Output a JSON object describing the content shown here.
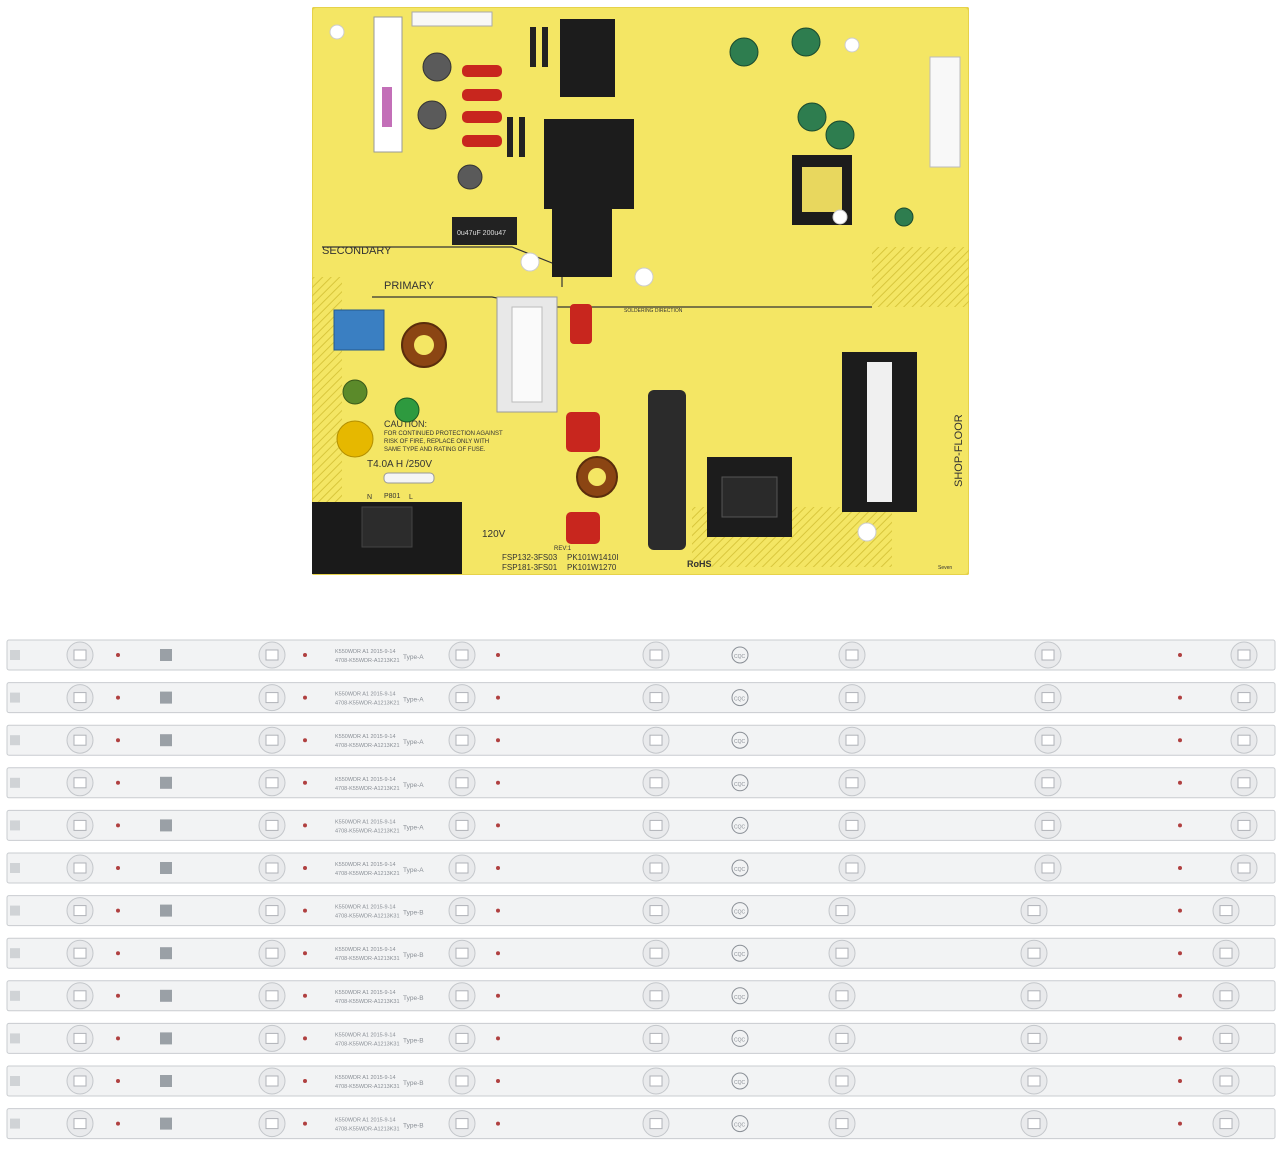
{
  "board": {
    "labels": {
      "secondary": "SECONDARY",
      "primary": "PRIMARY",
      "shop_floor": "SHOP-FLOOR",
      "caution_title": "CAUTION:",
      "caution_lines": [
        "FOR CONTINUED PROTECTION AGAINST",
        "RISK OF FIRE, REPLACE ONLY WITH",
        "SAME TYPE AND RATING OF FUSE."
      ],
      "fuse_rating": "T4.0A H /250V",
      "voltage": "120V",
      "model_1": "FSP132-3FS03",
      "part_1": "PK101W1410I",
      "model_2": "FSP181-3FS01",
      "part_2": "PK101W1270",
      "rohs": "RoHS",
      "capacitor": "0u47uF 200u47",
      "soldering": "SOLDERING DIRECTION",
      "p801": "P801",
      "n": "N",
      "l": "L",
      "seven": "Seven",
      "rev": "REV:1"
    },
    "colors": {
      "pcb": "#f4e664",
      "pcb_edge": "#e6d24a",
      "component_red": "#c8261e",
      "component_black": "#1c1c1c",
      "heatsink": "#e8e8e8",
      "capacitor_green": "#2e7d4f",
      "capacitor_blue": "#3a7fc2",
      "yellow_cap": "#e6b800"
    }
  },
  "strips": {
    "count": 12,
    "type_a_count": 6,
    "type_b_count": 6,
    "items": [
      {
        "type_label": "Type-A",
        "model": "K550WDR  A1  2015-9-14",
        "part": "4708-K55WDR-A1213K21"
      },
      {
        "type_label": "Type-A",
        "model": "K550WDR  A1  2015-9-14",
        "part": "4708-K55WDR-A1213K21"
      },
      {
        "type_label": "Type-A",
        "model": "K550WDR  A1  2015-9-14",
        "part": "4708-K55WDR-A1213K21"
      },
      {
        "type_label": "Type-A",
        "model": "K550WDR  A1  2015-9-14",
        "part": "4708-K55WDR-A1213K21"
      },
      {
        "type_label": "Type-A",
        "model": "K550WDR  A1  2015-9-14",
        "part": "4708-K55WDR-A1213K21"
      },
      {
        "type_label": "Type-A",
        "model": "K550WDR  A1  2015-9-14",
        "part": "4708-K55WDR-A1213K21"
      },
      {
        "type_label": "Type-B",
        "model": "K550WDR  A1  2015-9-14",
        "part": "4708-K55WDR-A1213K31"
      },
      {
        "type_label": "Type-B",
        "model": "K550WDR  A1  2015-9-14",
        "part": "4708-K55WDR-A1213K31"
      },
      {
        "type_label": "Type-B",
        "model": "K550WDR  A1  2015-9-14",
        "part": "4708-K55WDR-A1213K31"
      },
      {
        "type_label": "Type-B",
        "model": "K550WDR  A1  2015-9-14",
        "part": "4708-K55WDR-A1213K31"
      },
      {
        "type_label": "Type-B",
        "model": "K550WDR  A1  2015-9-14",
        "part": "4708-K55WDR-A1213K31"
      },
      {
        "type_label": "Type-B",
        "model": "K550WDR  A1  2015-9-14",
        "part": "4708-K55WDR-A1213K31"
      }
    ],
    "logo_text": "CQC",
    "colors": {
      "strip": "#f2f3f4",
      "strip_edge": "#c9ccd0",
      "led_housing": "#e9eaec",
      "led_core": "#ffffff",
      "marking": "#8a8f96"
    }
  }
}
